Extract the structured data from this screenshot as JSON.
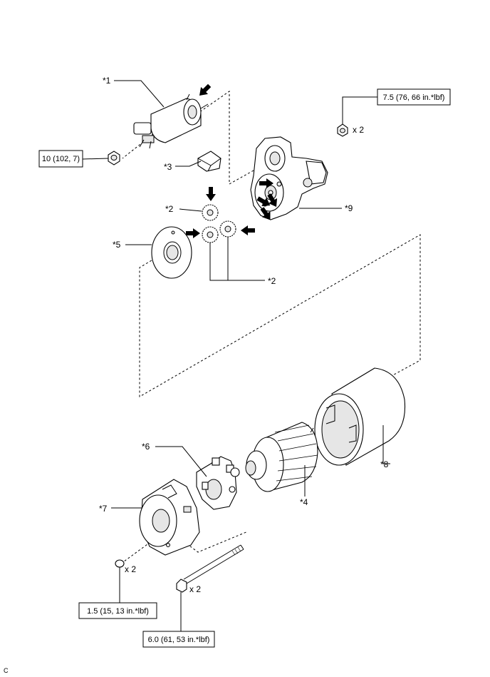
{
  "labels": {
    "p1": "*1",
    "p2a": "*2",
    "p2b": "*2",
    "p3": "*3",
    "p4": "*4",
    "p5": "*5",
    "p6": "*6",
    "p7": "*7",
    "p8": "*8",
    "p9": "*9"
  },
  "torque_specs": {
    "nut_top_right": "7.5 (76, 66 in.*lbf)",
    "nut_left": "10 (102, 7)",
    "screw": "1.5 (15, 13 in.*lbf)",
    "through_bolt": "6.0 (61, 53 in.*lbf)"
  },
  "quantities": {
    "nut_top_right": "x 2",
    "screw": "x 2",
    "through_bolt": "x 2"
  },
  "corner_code": "C"
}
